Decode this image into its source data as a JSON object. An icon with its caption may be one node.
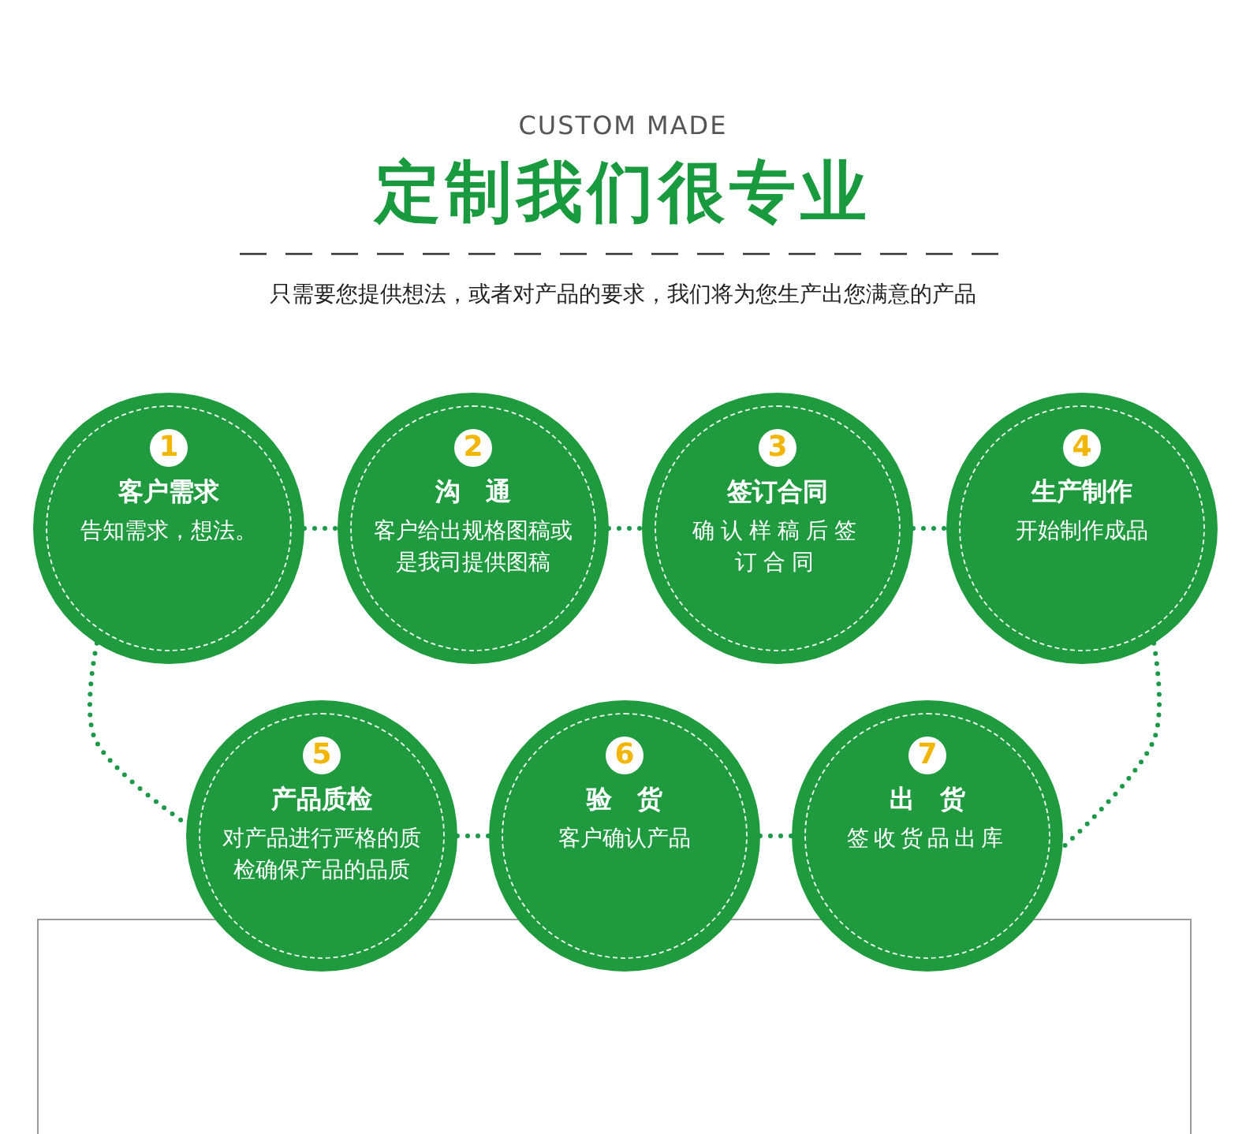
{
  "diagram": {
    "title": "定制我们很专业",
    "nodes": [
      {
        "text": [
          "1",
          "客户需求",
          "告知需求，想法。"
        ]
      },
      {
        "text": [
          "2",
          "沟　通",
          "客户给出规格图稿或是我司提供图稿"
        ]
      },
      {
        "text": [
          "3",
          "签订合同",
          "确认样稿后签订合同"
        ]
      },
      {
        "text": [
          "4",
          "生产制作",
          "开始制作成品"
        ]
      },
      {
        "text": [
          "5",
          "产品质检",
          "对产品进行严格的质检确保产品的品质"
        ]
      },
      {
        "text": [
          "6",
          "验　货",
          "客户确认产品"
        ]
      },
      {
        "text": [
          "7",
          "出　货",
          "签收货品出库"
        ]
      }
    ],
    "edges": [
      {
        "from": 0,
        "to": 1,
        "arrow": "none"
      },
      {
        "from": 1,
        "to": 2,
        "arrow": "none"
      },
      {
        "from": 2,
        "to": 3,
        "arrow": "none"
      },
      {
        "from": 0,
        "to": 4,
        "arrow": "none"
      },
      {
        "from": 4,
        "to": 5,
        "arrow": "none"
      },
      {
        "from": 5,
        "to": 6,
        "arrow": "none"
      },
      {
        "from": 3,
        "to": 6,
        "arrow": "none"
      }
    ],
    "labels": [
      "CUSTOM MADE",
      "只需要您提供想法，或者对产品的要求，我们将为您生产出您满意的产品"
    ]
  }
}
